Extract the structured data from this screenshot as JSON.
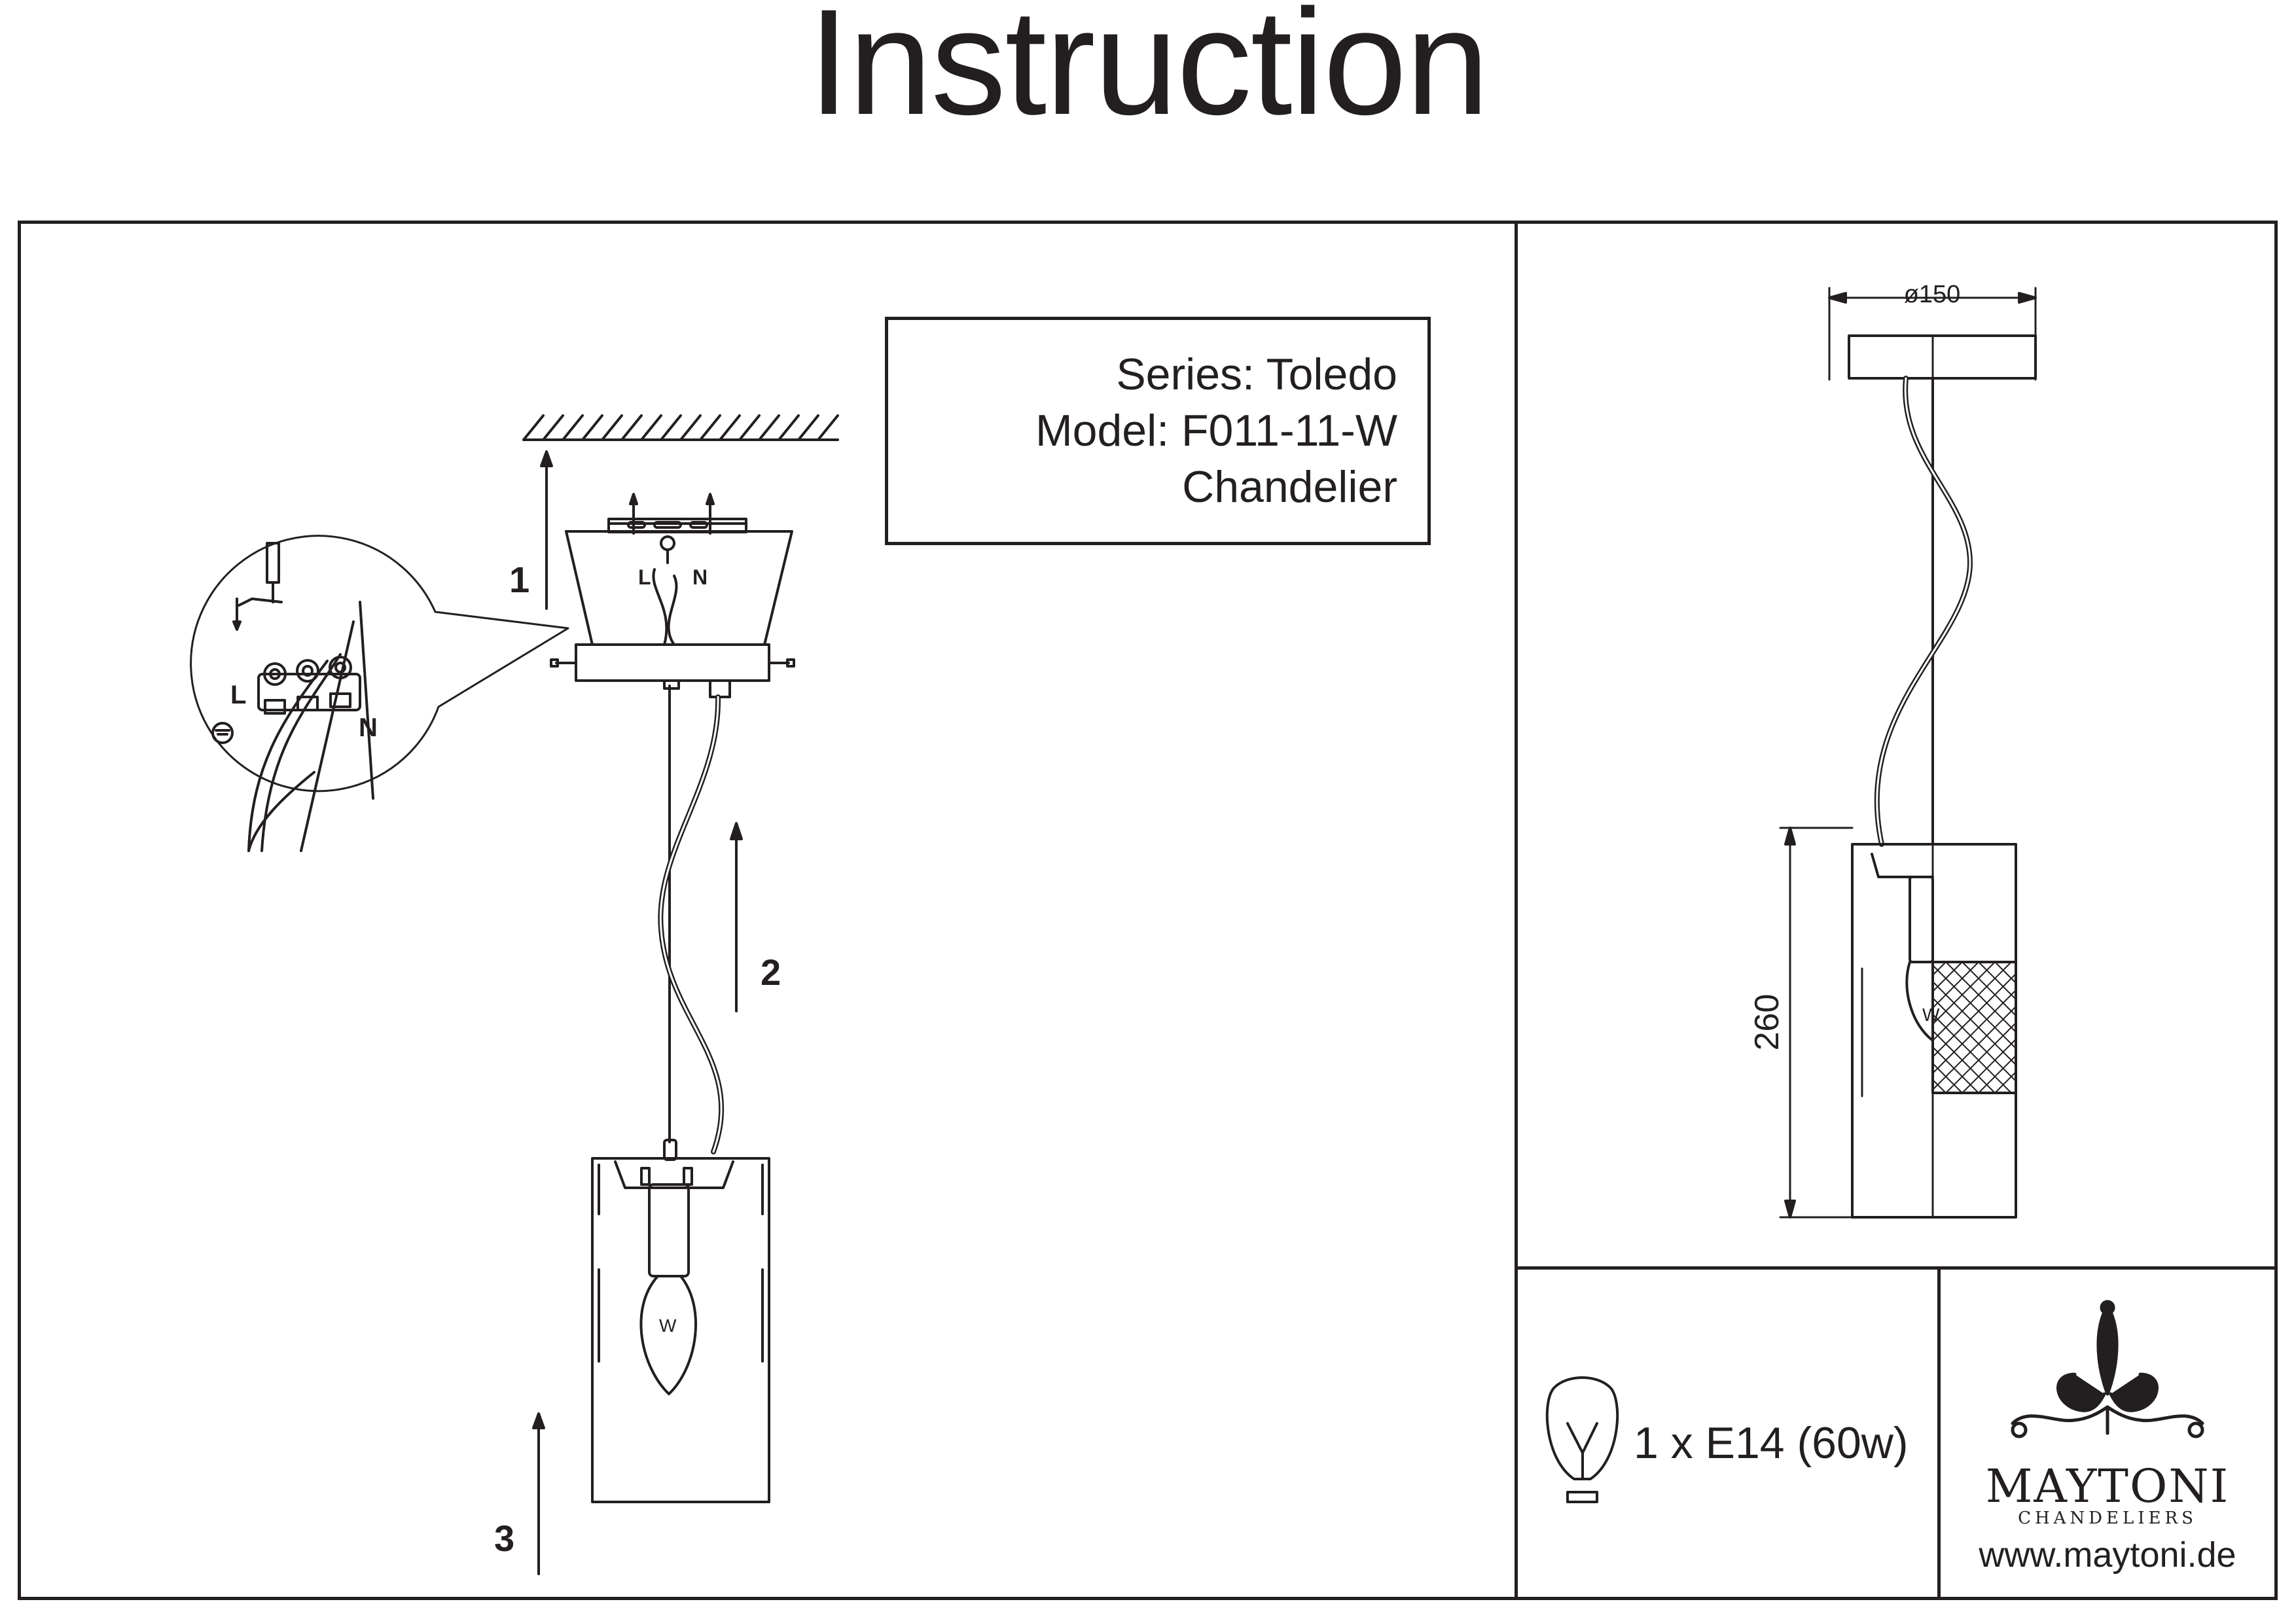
{
  "header": {
    "title": "Instruction"
  },
  "info": {
    "series": "Series: Toledo",
    "model": "Model: F011-11-W",
    "type": "Chandelier"
  },
  "steps": {
    "one": "1",
    "two": "2",
    "three": "3"
  },
  "wiring": {
    "live": "L",
    "neutral": "N",
    "bulb_mark": "W"
  },
  "dimensions": {
    "diameter": "ø150",
    "height": "260"
  },
  "bulb": {
    "spec": "1 x E14 (60w)"
  },
  "brand": {
    "name": "MAYTONI",
    "subtitle": "CHANDELIERS",
    "url": "www.maytoni.de"
  },
  "icons": [
    "bulb-outline-icon",
    "maytoni-logo-icon",
    "screwdriver-icon",
    "ground-icon"
  ]
}
